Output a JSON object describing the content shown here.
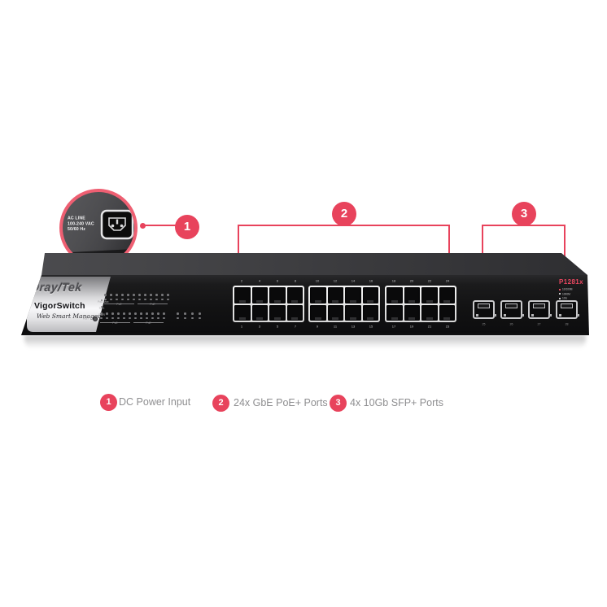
{
  "colors": {
    "accent": "#e8435c",
    "zoom_ring": "#ee5f72",
    "model_red": "#ea4760"
  },
  "zoom_inset": {
    "label_lines": [
      "AC LINE",
      "100-240 VAC",
      "50/60 Hz"
    ]
  },
  "callouts": [
    {
      "number": "1"
    },
    {
      "number": "2"
    },
    {
      "number": "3"
    }
  ],
  "switch": {
    "brand_left": "Dray",
    "brand_slash": "/",
    "brand_right": "Tek",
    "product": "VigorSwitch",
    "tagline": "Web Smart Managed",
    "model": "P1281x",
    "reset_label": "RST",
    "led_status_labels": [
      "PoE Max",
      "SYS",
      "PWR"
    ],
    "led_group_label": "PoE",
    "speed_legend": [
      "10/100M",
      "1000M",
      "10G"
    ],
    "port_numbers_top": [
      "2",
      "4",
      "6",
      "8",
      "10",
      "12",
      "14",
      "16",
      "18",
      "20",
      "22",
      "24"
    ],
    "port_numbers_bottom": [
      "1",
      "3",
      "5",
      "7",
      "9",
      "11",
      "13",
      "15",
      "17",
      "19",
      "21",
      "23"
    ],
    "sfp_numbers": [
      "25",
      "26",
      "27",
      "28"
    ]
  },
  "legend": {
    "items": [
      {
        "number": "1",
        "label": "DC Power Input"
      },
      {
        "number": "2",
        "label": "24x GbE PoE+ Ports"
      },
      {
        "number": "3",
        "label": "4x 10Gb SFP+ Ports"
      }
    ]
  }
}
